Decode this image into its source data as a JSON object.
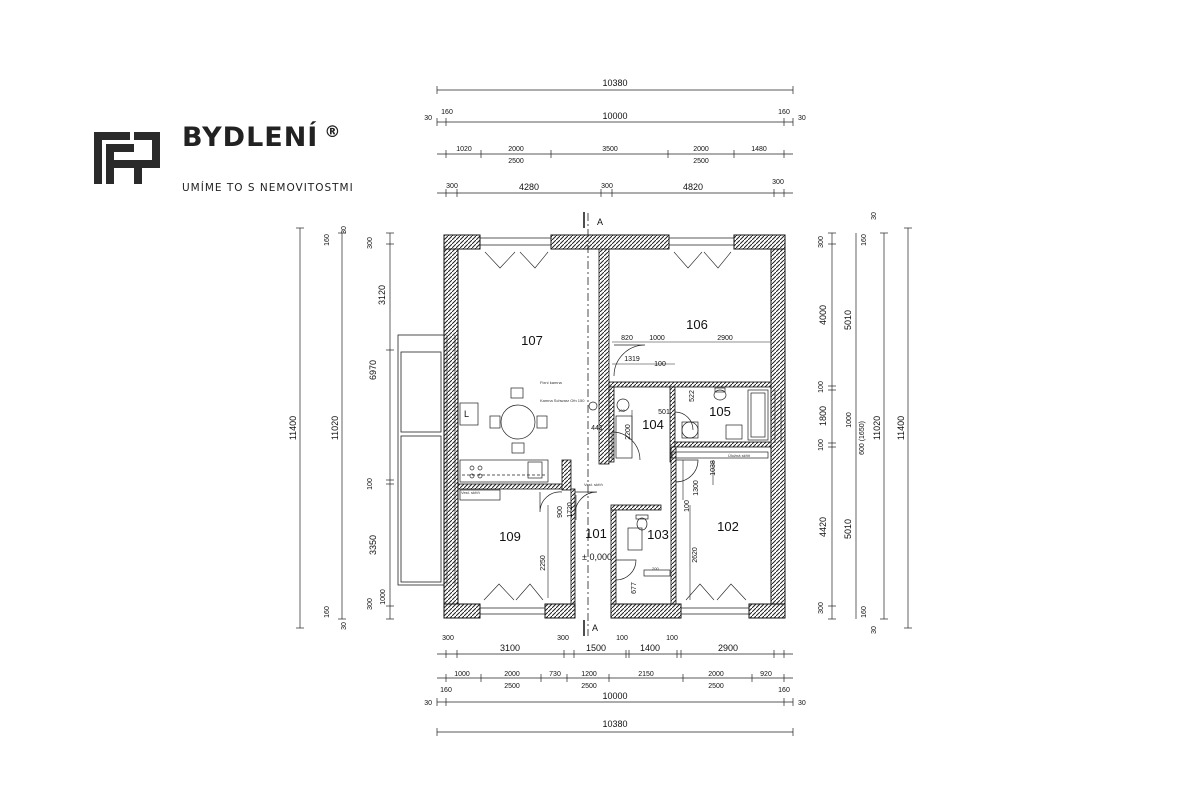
{
  "logo": {
    "name": "BYDLENÍ",
    "registered": "®",
    "tagline": "UMÍME TO S NEMOVITOSTMI"
  },
  "rooms": {
    "r101": "101",
    "r102": "102",
    "r103": "103",
    "r104": "104",
    "r105": "105",
    "r106": "106",
    "r107": "107",
    "r109": "109"
  },
  "level_mark": "± 0,000",
  "section": {
    "label": "A"
  },
  "top_dims": {
    "total_outer": "10380",
    "edge_small": "30",
    "edge_mid": "160",
    "inner_total": "10000",
    "openings": [
      "1020",
      "2000",
      "3500",
      "2000",
      "1480"
    ],
    "opening_heights": [
      "2500",
      "2500"
    ],
    "walls": [
      "300",
      "4280",
      "300",
      "4820",
      "300"
    ]
  },
  "bottom_dims": {
    "walls": [
      "300",
      "3100",
      "300",
      "1500",
      "100",
      "1400",
      "100",
      "2900"
    ],
    "openings": [
      "1000",
      "2000",
      "730",
      "1200",
      "2150",
      "2000",
      "920"
    ],
    "opening_heights": [
      "2500",
      "2500",
      "2500"
    ],
    "inner_total": "10000",
    "total_outer": "10380",
    "edge_small": "30",
    "edge_mid": "160"
  },
  "left_dims": {
    "total_outer": "11400",
    "inner_total": "11020",
    "edge_mid": "160",
    "edge_small": "30",
    "segments": [
      "300",
      "3120",
      "6970",
      "100",
      "3350",
      "300"
    ],
    "openings": [
      "1000"
    ]
  },
  "right_dims": {
    "segments": [
      "300",
      "4000",
      "100",
      "1800",
      "100",
      "4420",
      "300"
    ],
    "openings": [
      "5010",
      "1000",
      "5010"
    ],
    "opening_height_note": "600 (1650)",
    "inner_total": "11020",
    "total_outer": "11400",
    "edge_mid": "160",
    "edge_small": "30"
  },
  "interior_dims": {
    "d820": "820",
    "d1000": "1000",
    "d2900": "2900",
    "d1319": "1319",
    "d100a": "100",
    "d108": "108",
    "d2200": "2200",
    "d441": "441",
    "d522": "522",
    "d501": "501",
    "d1038": "1038",
    "d1300": "1300",
    "d100b": "100",
    "d2620": "2620",
    "d900": "900",
    "d1720": "1720",
    "d2250": "2250",
    "d677": "677",
    "d200": "200"
  },
  "notes": {
    "cabinet_a": "Vest. skříň",
    "cabinet_b": "Vest. skříň",
    "cabinet_c": "Úložná skříň",
    "fixed_a": "Fixní kamna",
    "fixed_b": "Kamna Schwarz Ofn 150",
    "kitchen_l": "L"
  }
}
